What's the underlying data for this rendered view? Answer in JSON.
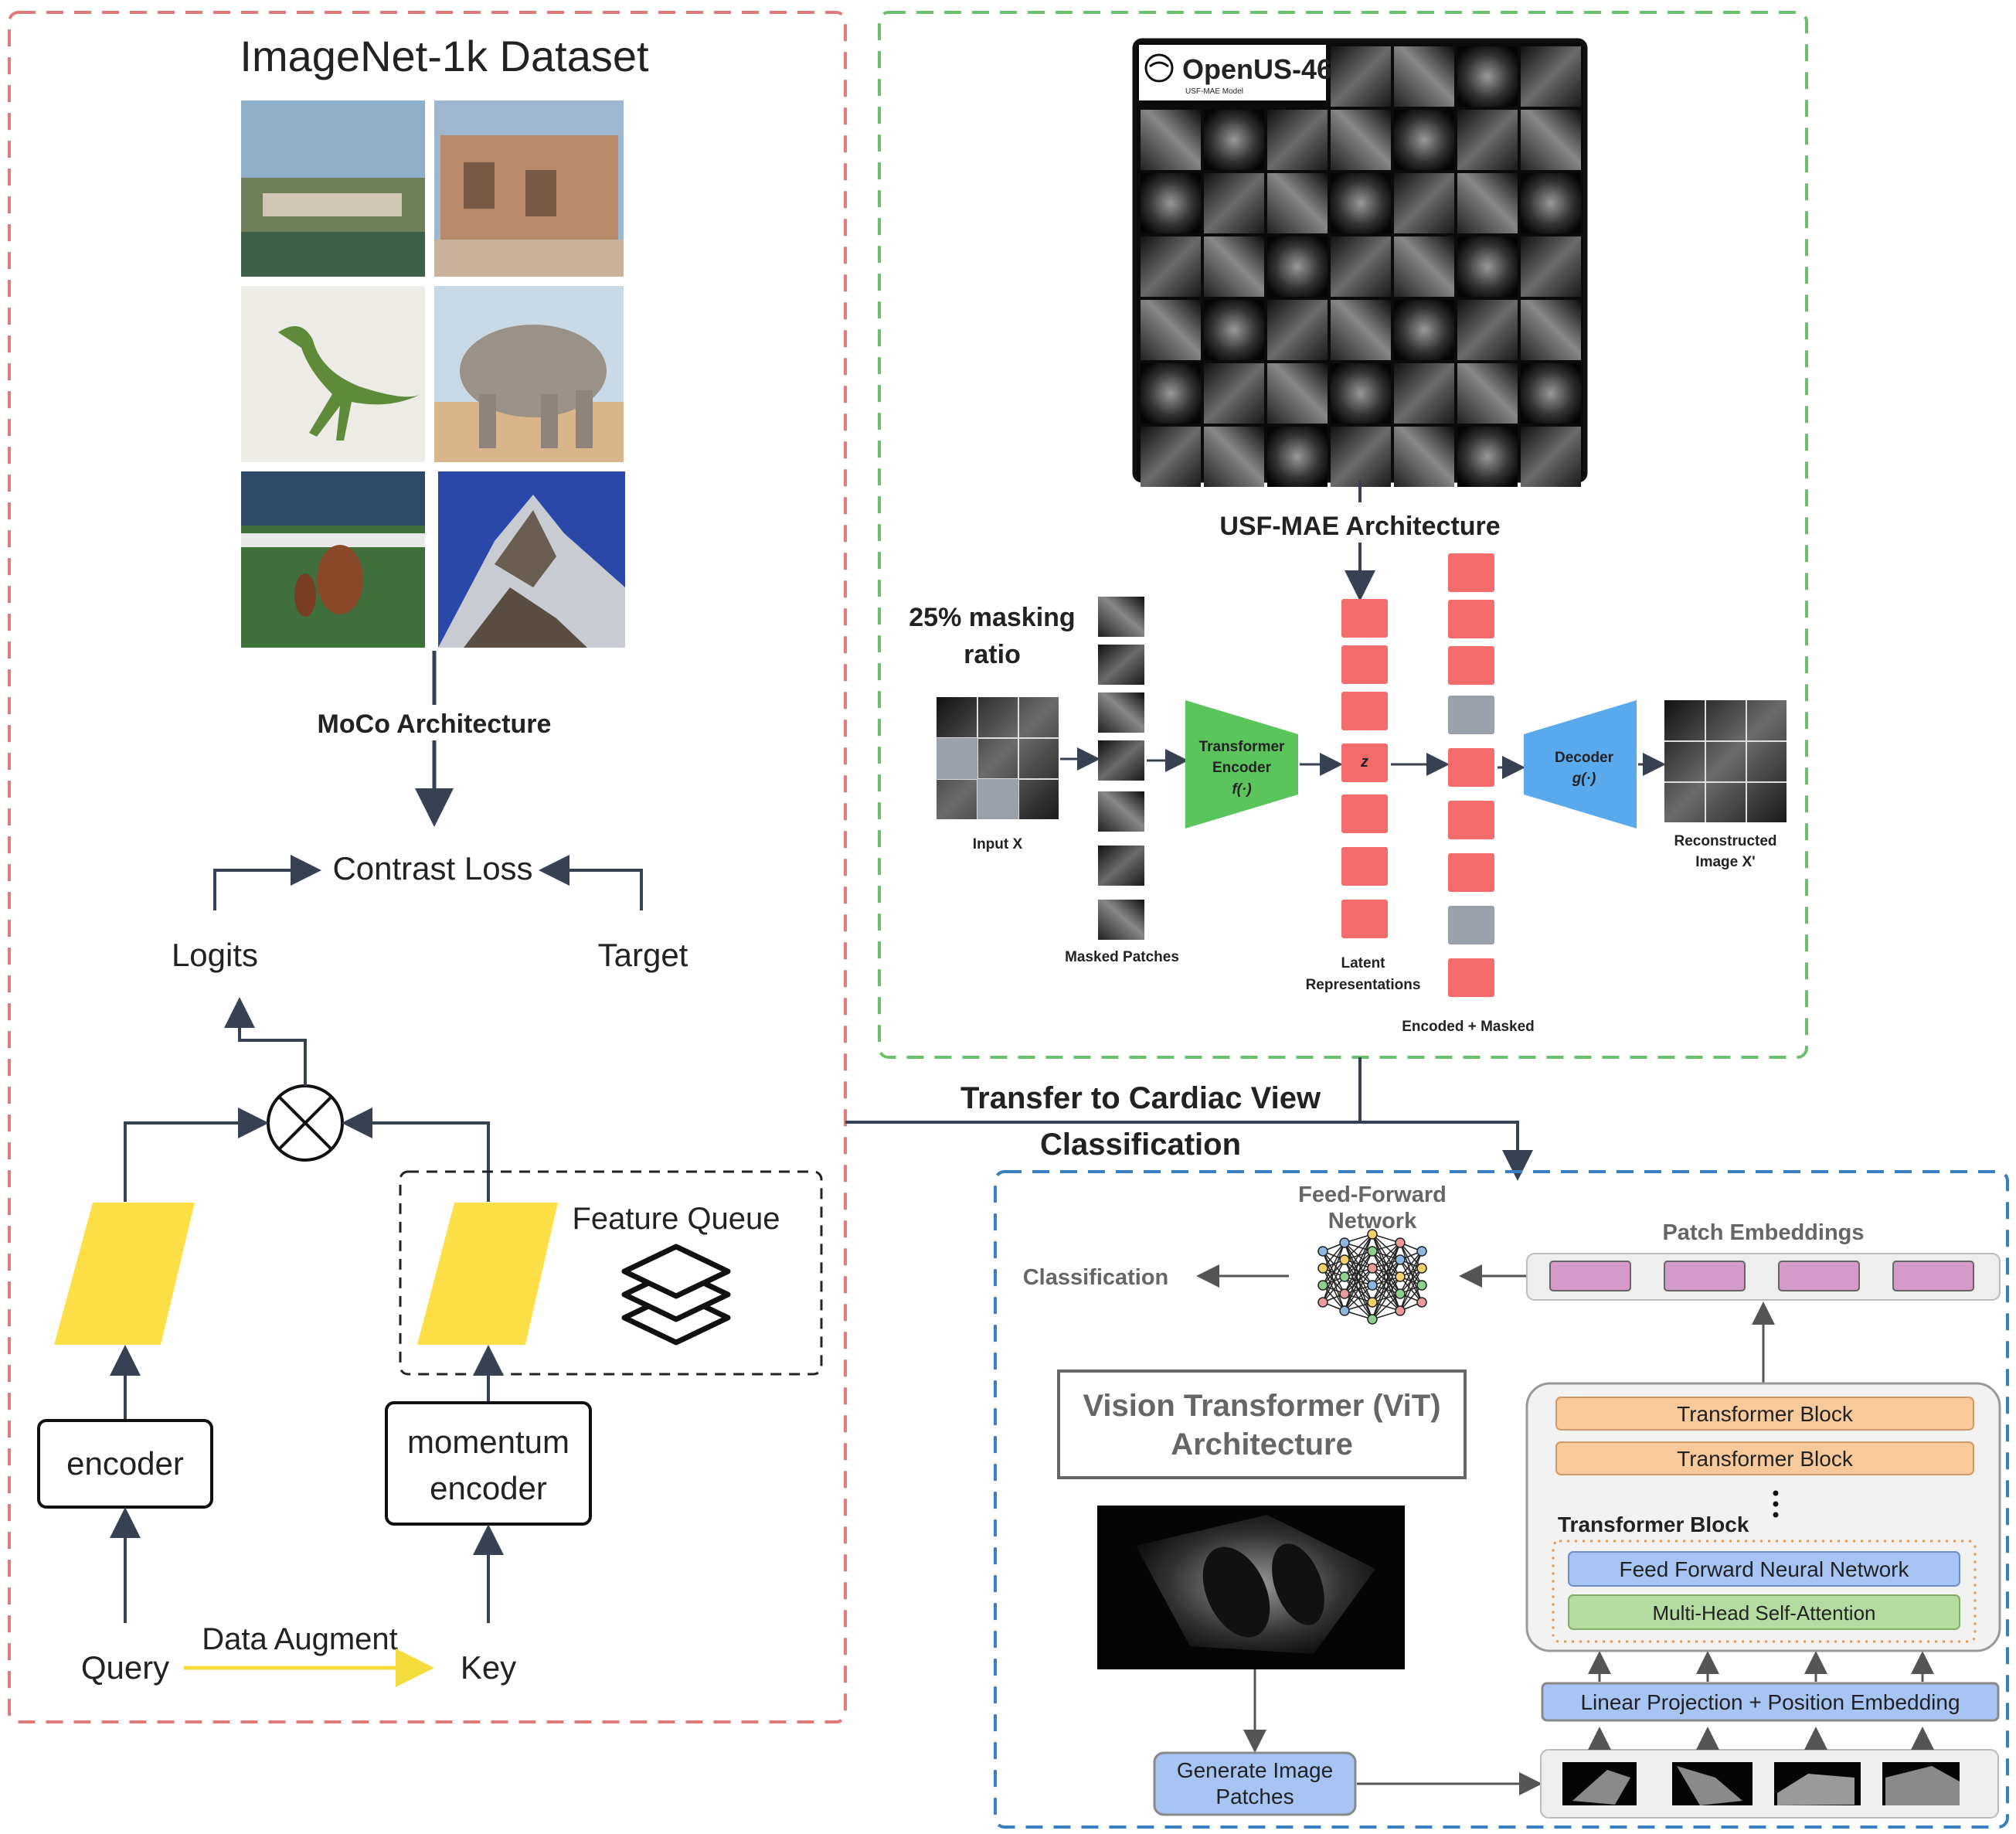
{
  "moco": {
    "dataset_title": "ImageNet-1k Dataset",
    "arch_label": "MoCo Architecture",
    "contrast_loss": "Contrast Loss",
    "logits": "Logits",
    "target": "Target",
    "feature_queue": "Feature Queue",
    "encoder": "encoder",
    "momentum_encoder_line1": "momentum",
    "momentum_encoder_line2": "encoder",
    "query": "Query",
    "key": "Key",
    "data_augment": "Data Augment",
    "colors": {
      "border": "#e07b7b",
      "projection": "#fde047",
      "augment_arrow": "#f5dc3d"
    }
  },
  "usf": {
    "dataset_logo": "OpenUS-46",
    "logo_sub": "USF-MAE Model",
    "arch_label": "USF-MAE Architecture",
    "masking_line1": "25% masking",
    "masking_line2": "ratio",
    "input_label": "Input X",
    "masked_patches": "Masked Patches",
    "encoder_line1": "Transformer",
    "encoder_line2": "Encoder",
    "encoder_fn": "f(·)",
    "z": "z",
    "latent_line1": "Latent",
    "latent_line2": "Representations",
    "decoder_line1": "Decoder",
    "decoder_fn": "g(·)",
    "encoded_masked": "Encoded + Masked",
    "recon_line1": "Reconstructed",
    "recon_line2": "Image X'",
    "colors": {
      "border": "#6cbf6c",
      "encoder": "#5cc45c",
      "decoder": "#5aa9ec",
      "token": "#f46b6b",
      "masked_token": "#9aa1aa"
    }
  },
  "transfer": {
    "line1": "Transfer to Cardiac View",
    "line2": "Classification"
  },
  "vit": {
    "ffn_line1": "Feed-Forward",
    "ffn_line2": "Network",
    "classification": "Classification",
    "patch_embeddings": "Patch Embeddings",
    "title_line1": "Vision Transformer (ViT)",
    "title_line2": "Architecture",
    "block1": "Transformer Block",
    "block2": "Transformer Block",
    "block_inner_title": "Transformer Block",
    "ffnn": "Feed Forward Neural Network",
    "mhsa": "Multi-Head Self-Attention",
    "linear_proj": "Linear Projection + Position Embedding",
    "generate_line1": "Generate Image",
    "generate_line2": "Patches",
    "colors": {
      "border": "#3a7fc1",
      "block": "#f8c99a",
      "ffnn": "#a8c4f5",
      "mhsa": "#b6dba0",
      "embedding": "#d69ac8"
    }
  }
}
